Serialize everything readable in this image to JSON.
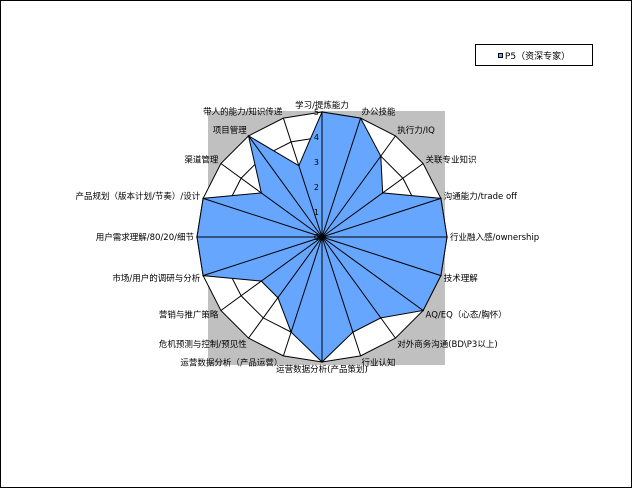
{
  "chart_data": {
    "type": "radar",
    "title": "",
    "axes": [
      "学习/提炼能力",
      "办公技能",
      "执行力/IQ",
      "关联专业知识",
      "沟通能力/trade off",
      "行业融入感/ownership",
      "技术理解",
      "AQ/EQ（心态/胸怀）",
      "对外商务沟通(BD\\P3以上)",
      "行业认知",
      "运营数据分析(产品策划)",
      "运营数据分析（产品运营）",
      "危机预测与控制/预见性",
      "营销与推广策略",
      "市场/用户的调研与分析",
      "用户需求理解/80/20/细节",
      "产品规划（版本计划/节奏）/设计",
      "渠道管理",
      "项目管理",
      "带人的能力/知识传递"
    ],
    "tick_labels": [
      "0",
      "1",
      "2",
      "3",
      "4",
      "5"
    ],
    "range": [
      0,
      5
    ],
    "series": [
      {
        "name": "P5（资深专家）",
        "color": "#66a6ff",
        "values": [
          5,
          5,
          4,
          3,
          5,
          5,
          5,
          5,
          4,
          4,
          5,
          4,
          3,
          3,
          5,
          5,
          5,
          3,
          5,
          3
        ]
      }
    ],
    "legend": {
      "position": "top-right"
    },
    "plot_background": "#c0c0c0",
    "gridlines": true
  }
}
